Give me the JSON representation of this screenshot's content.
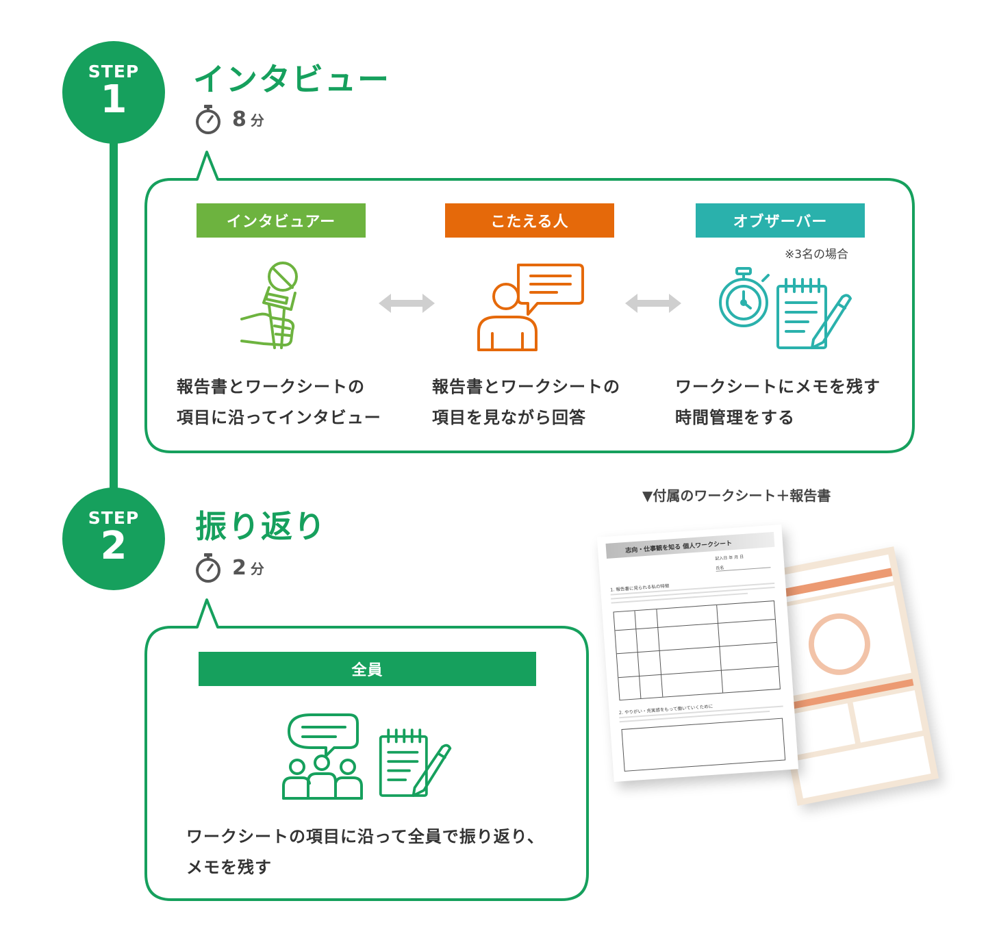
{
  "steps": [
    {
      "step_label": "STEP",
      "number": "1",
      "title": "インタビュー",
      "time_value": "8",
      "time_unit": "分",
      "roles": [
        {
          "label": "インタビュアー",
          "color": "#6db33f",
          "description_lines": [
            "報告書とワークシートの",
            "項目に沿ってインタビュー"
          ]
        },
        {
          "label": "こたえる人",
          "color": "#e5690a",
          "description_lines": [
            "報告書とワークシートの",
            "項目を見ながら回答"
          ]
        },
        {
          "label": "オブザーバー",
          "color": "#2ab1ac",
          "note": "※3名の場合",
          "description_lines": [
            "ワークシートにメモを残す",
            "時間管理をする"
          ]
        }
      ]
    },
    {
      "step_label": "STEP",
      "number": "2",
      "title": "振り返り",
      "time_value": "2",
      "time_unit": "分",
      "roles": [
        {
          "label": "全員",
          "color": "#16a05d",
          "description_lines": [
            "ワークシートの項目に沿って全員で振り返り、",
            "メモを残す"
          ]
        }
      ]
    }
  ],
  "worksheet": {
    "caption": "▼付属のワークシート＋報告書",
    "sheet_title": "志向・仕事観を知る 個人ワークシート",
    "date_label": "記入日 年 月 日",
    "name_label": "氏名",
    "section1": "1. 報告書に見られる私の特徴",
    "section2": "2. やりがい・充実感をもって働いていくために"
  },
  "colors": {
    "brand": "#16a05d",
    "interviewer": "#6db33f",
    "answerer": "#e5690a",
    "observer": "#2ab1ac",
    "arrow": "#cfcfcf"
  },
  "icons": [
    "microphone-icon",
    "speaker-icon",
    "stopwatch-icon",
    "notepad-pen-icon",
    "group-discussion-icon",
    "double-arrow-icon",
    "timer-icon"
  ]
}
